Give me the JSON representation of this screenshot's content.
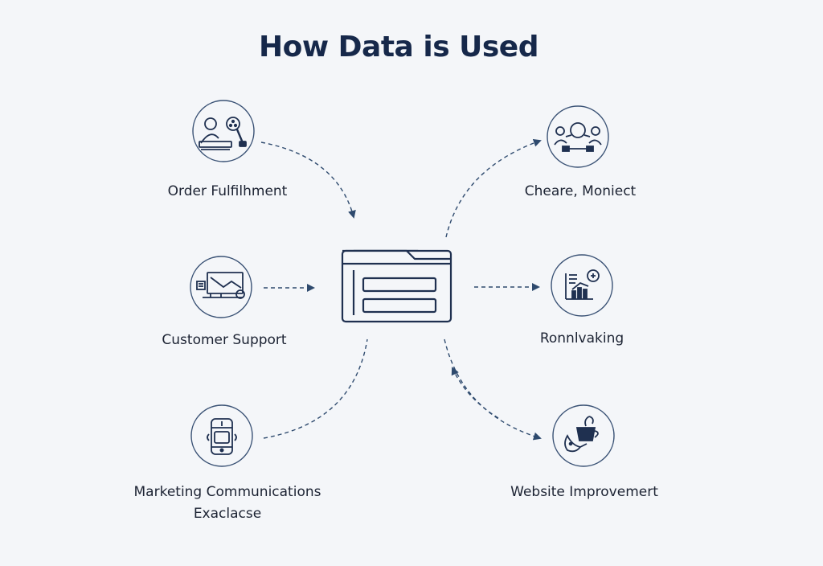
{
  "title": "How Data is Used",
  "colors": {
    "background": "#f4f6f9",
    "title": "#16284a",
    "stroke": "#2a3f5f",
    "arrow": "#2e4a6e",
    "circle": "#3a5275"
  },
  "center": {
    "icon": "browser-database-icon"
  },
  "nodes": [
    {
      "id": "order-fulfillment",
      "label": "Order Fulfilhment",
      "icon": "user-search-icon"
    },
    {
      "id": "customer-support",
      "label": "Customer Support",
      "icon": "monitor-chart-icon"
    },
    {
      "id": "marketing-communications",
      "label": "Marketing Communications",
      "sublabel": "Exaclacse",
      "icon": "mobile-phone-icon"
    },
    {
      "id": "cheare-moniect",
      "label": "Cheare, Moniect",
      "icon": "people-network-icon"
    },
    {
      "id": "ronnlvaking",
      "label": "Ronnlvaking",
      "icon": "chart-analytics-icon"
    },
    {
      "id": "website-improvement",
      "label": "Website Improvemert",
      "icon": "coffee-plant-icon"
    }
  ]
}
